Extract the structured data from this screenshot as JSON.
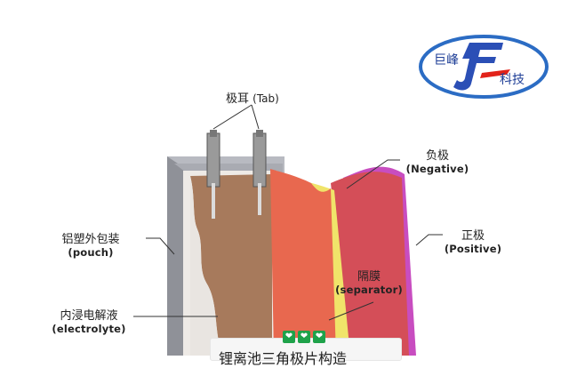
{
  "logo": {
    "left_text": "巨峰",
    "right_text": "科技",
    "mark_letters": "JF",
    "colors": {
      "ring": "#2b6cc4",
      "mark": "#2b4fb6",
      "accent": "#e2231a",
      "text": "#1f3f97"
    }
  },
  "labels": {
    "tab": {
      "zh": "极耳",
      "en": "(Tab)"
    },
    "negative": {
      "zh": "负极",
      "en": "(Negative)"
    },
    "positive": {
      "zh": "正极",
      "en": "(Positive)"
    },
    "pouch": {
      "zh": "铝塑外包装",
      "en": "(pouch)"
    },
    "separator": {
      "zh": "隔膜",
      "en": "(separator)"
    },
    "electrolyte": {
      "zh": "内浸电解液",
      "en": "(electrolyte)"
    }
  },
  "layers": {
    "pouch_color": "#b8bac1",
    "pouch_edge_color": "#8f9198",
    "electrolyte_color": "#a77a5c",
    "negative_color": "#e8684f",
    "separator_color": "#f0e46a",
    "positive_color": "#d44e58",
    "positive_edge_color": "#c84dc0",
    "tab_color": "#9a9a9a"
  },
  "caption": {
    "hearts": [
      "❤",
      "❤",
      "❤"
    ],
    "text": "锂离池三角极片构造"
  }
}
